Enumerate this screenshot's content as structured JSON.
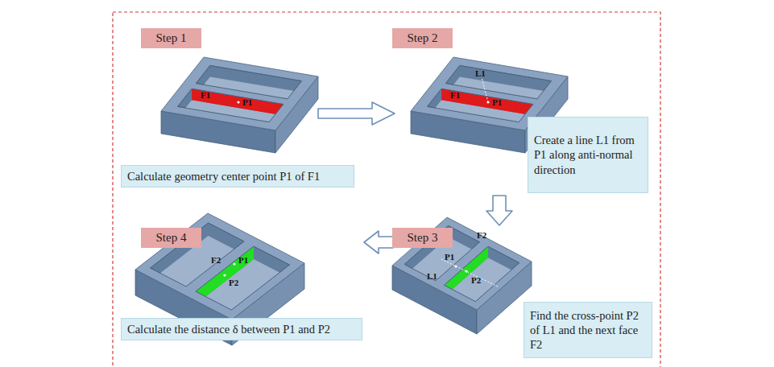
{
  "diagram": {
    "nodes": [
      {
        "text": [
          "Step 1"
        ]
      },
      {
        "text": [
          "Calculate geometry center point P1 of F1"
        ]
      },
      {
        "text": [
          "Step 2"
        ]
      },
      {
        "text": [
          "Create a line L1 from P1 along anti-normal direction"
        ]
      },
      {
        "text": [
          "Step 3"
        ]
      },
      {
        "text": [
          "Find the cross-point P2 of L1 and the next face F2"
        ]
      },
      {
        "text": [
          "Step 4"
        ]
      },
      {
        "text": [
          "Calculate the distance δ between P1 and P2"
        ]
      }
    ],
    "labels": [
      "F1",
      "P1",
      "L1",
      "F1",
      "P1",
      "F2",
      "P1",
      "L1",
      "P2",
      "F2",
      "P1",
      "P2"
    ]
  }
}
